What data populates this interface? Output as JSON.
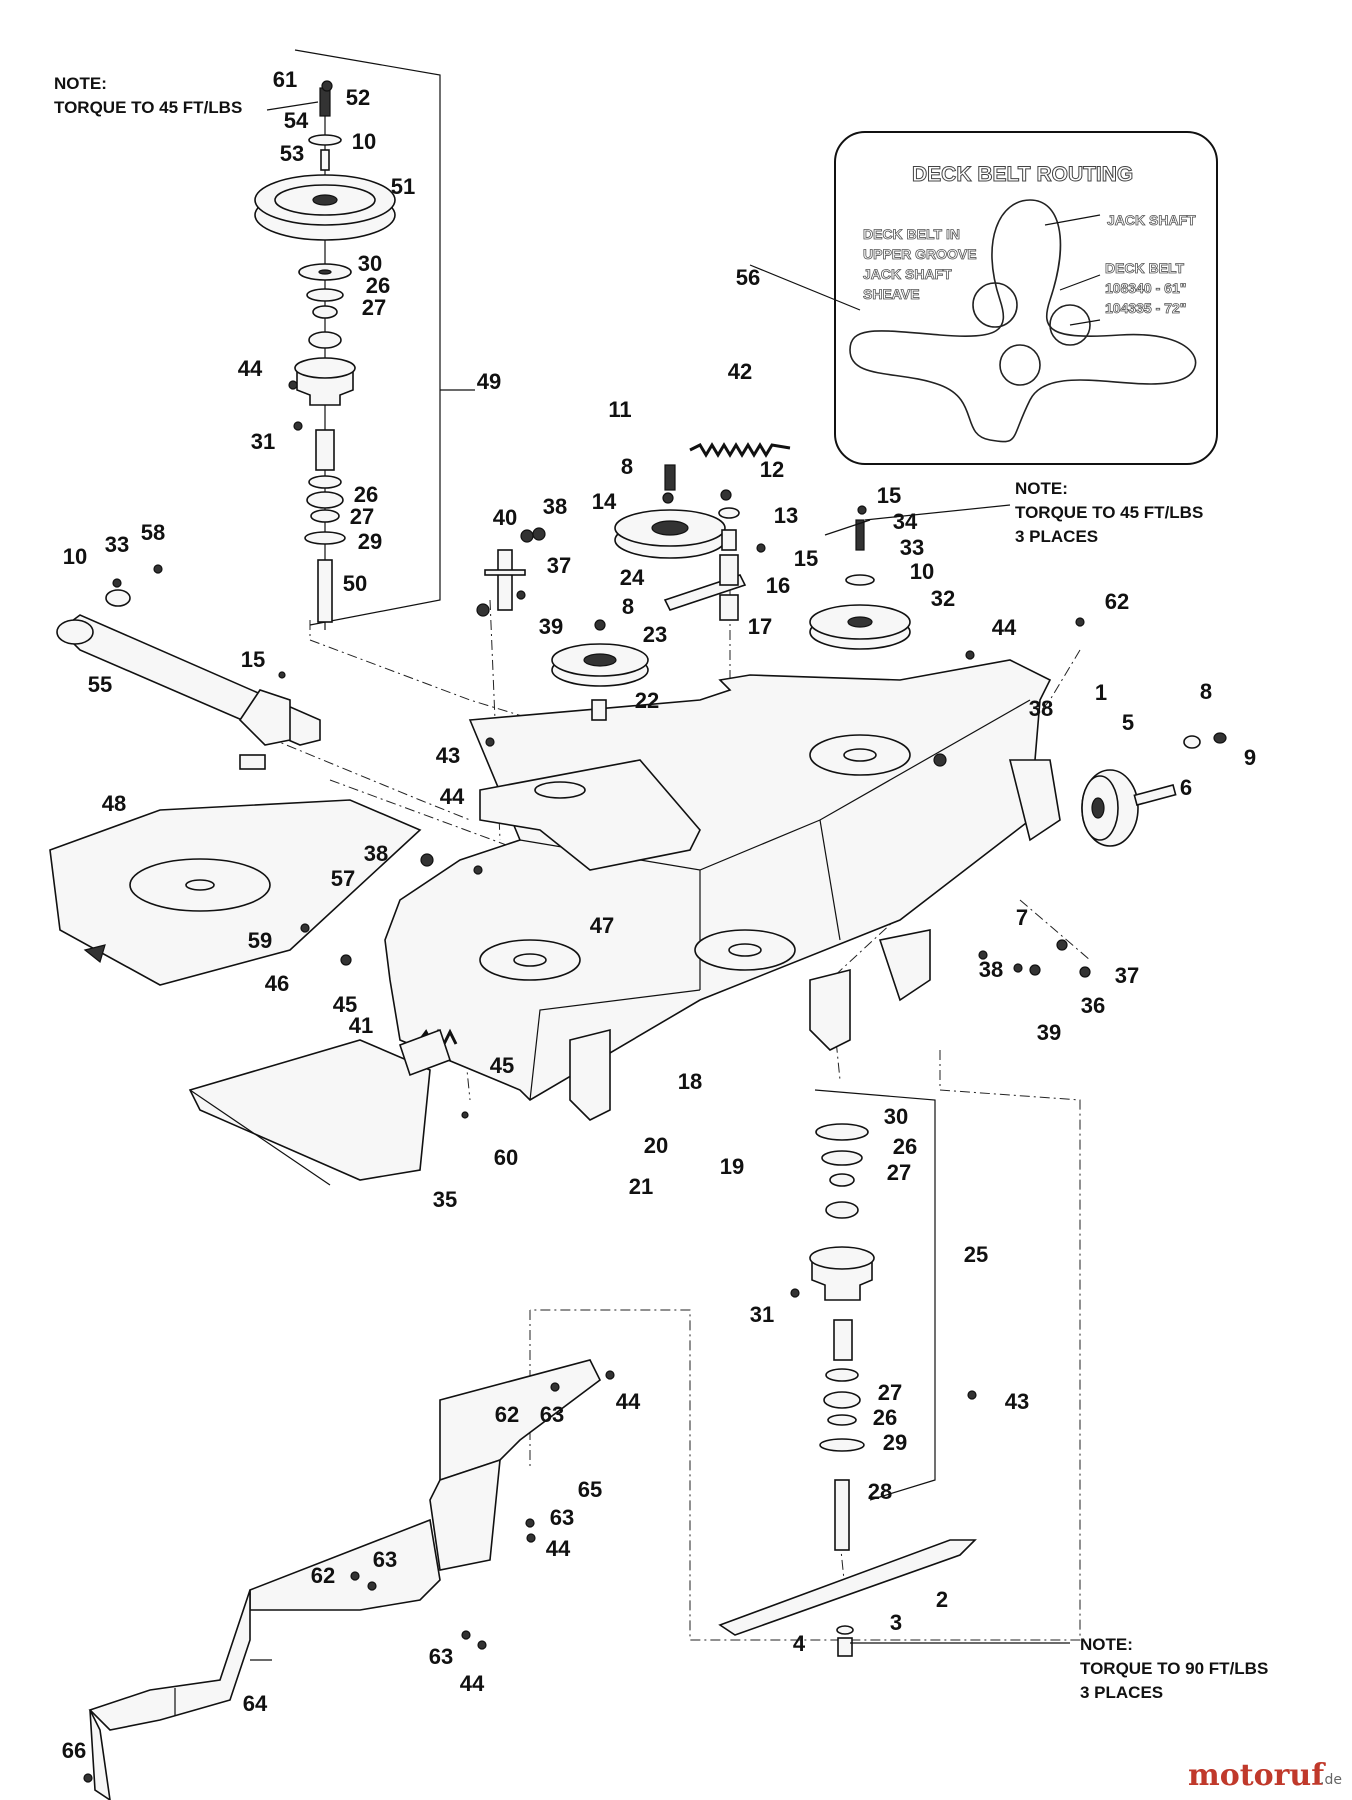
{
  "notes": {
    "top_left": [
      "NOTE:",
      "TORQUE TO 45 FT/LBS"
    ],
    "right_middle": [
      "NOTE:",
      "TORQUE TO 45 FT/LBS",
      "3 PLACES"
    ],
    "bottom_right": [
      "NOTE:",
      "TORQUE TO 90 FT/LBS",
      "3 PLACES"
    ]
  },
  "inset": {
    "title": "DECK BELT ROUTING",
    "left_text": [
      "DECK BELT IN",
      "UPPER GROOVE",
      "JACK SHAFT",
      "SHEAVE"
    ],
    "jack_shaft": "JACK SHAFT",
    "deck_belt": [
      "DECK BELT",
      "108340 - 61\"",
      "104335 - 72\""
    ]
  },
  "callouts": {
    "c61": "61",
    "c52": "52",
    "c54": "54",
    "c10a": "10",
    "c53": "53",
    "c51": "51",
    "c30a": "30",
    "c26a": "26",
    "c27a": "27",
    "c44a": "44",
    "c49": "49",
    "c31a": "31",
    "c26b": "26",
    "c27b": "27",
    "c29a": "29",
    "c50": "50",
    "c10b": "10",
    "c33a": "33",
    "c58": "58",
    "c55": "55",
    "c15a": "15",
    "c48": "48",
    "c56": "56",
    "c42": "42",
    "c11": "11",
    "c8a": "8",
    "c12": "12",
    "c14": "14",
    "c13": "13",
    "c15b": "15",
    "c16": "16",
    "c24": "24",
    "c8b": "8",
    "c17": "17",
    "c23": "23",
    "c22": "22",
    "c40": "40",
    "c38a": "38",
    "c37a": "37",
    "c39a": "39",
    "c15c": "15",
    "c34": "34",
    "c33b": "33",
    "c10c": "10",
    "c32": "32",
    "c62a": "62",
    "c44b": "44",
    "c1": "1",
    "c38b": "38",
    "c8c": "8",
    "c5": "5",
    "c9": "9",
    "c6": "6",
    "c43a": "43",
    "c44c": "44",
    "c38c": "38",
    "c57": "57",
    "c59": "59",
    "c47": "47",
    "c46": "46",
    "c45a": "45",
    "c7": "7",
    "c38d": "38",
    "c37b": "37",
    "c36": "36",
    "c39b": "39",
    "c41": "41",
    "c45b": "45",
    "c60": "60",
    "c35": "35",
    "c18": "18",
    "c19": "19",
    "c20": "20",
    "c21": "21",
    "c30b": "30",
    "c26c": "26",
    "c27c": "27",
    "c25": "25",
    "c31b": "31",
    "c43b": "43",
    "c27d": "27",
    "c26d": "26",
    "c29b": "29",
    "c28": "28",
    "c2": "2",
    "c3": "3",
    "c4": "4",
    "c62b": "62",
    "c63a": "63",
    "c44d": "44",
    "c65": "65",
    "c63b": "63",
    "c44e": "44",
    "c62c": "62",
    "c63c": "63",
    "c63d": "63",
    "c44f": "44",
    "c64": "64",
    "c66": "66"
  },
  "watermark": {
    "brand": "motoruf",
    "tld": ".de"
  }
}
